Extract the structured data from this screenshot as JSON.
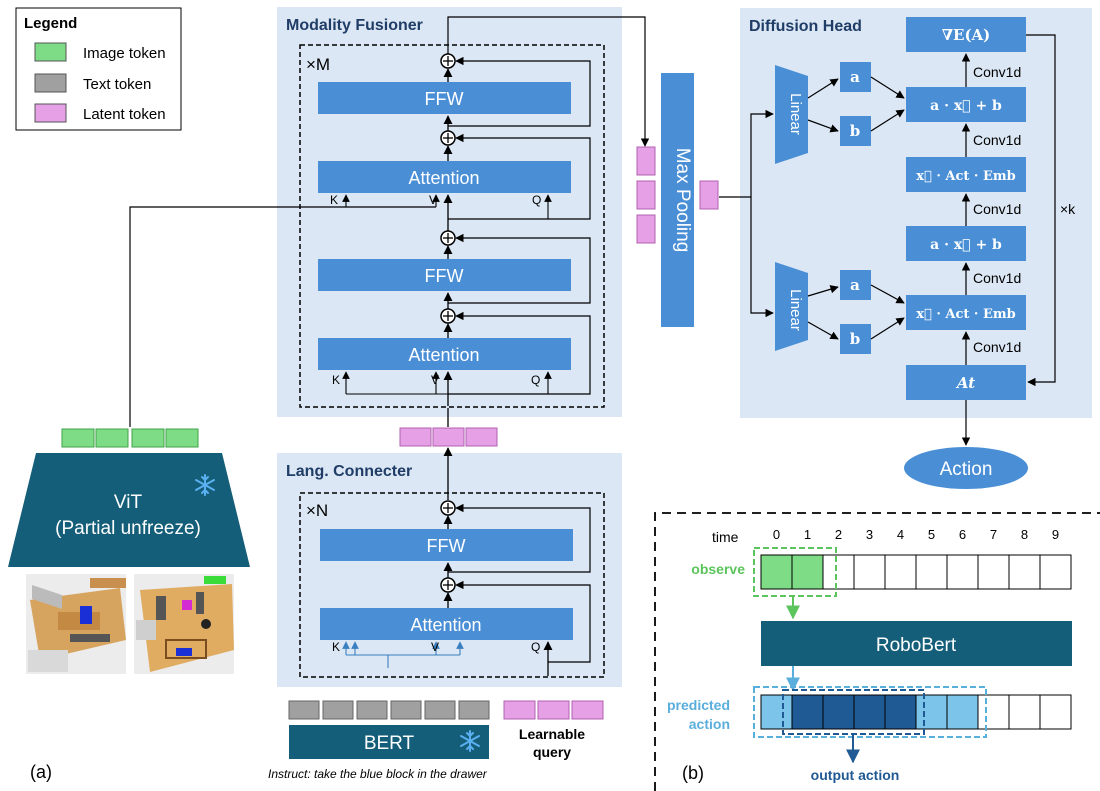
{
  "legend": {
    "title": "Legend",
    "items": [
      {
        "label": "Image token",
        "color": "#7fdc86"
      },
      {
        "label": "Text token",
        "color": "#a0a0a0"
      },
      {
        "label": "Latent token",
        "color": "#e6a0e6"
      }
    ]
  },
  "colors": {
    "panel": "#dbe7f4",
    "block": "#4a8fd6",
    "dark_block": "#155e7a",
    "image_token": "#7fdc86",
    "text_token": "#a0a0a0",
    "latent_token": "#e6a0e6",
    "observe": "#5cc45c",
    "predicted": "#5aaedc",
    "output": "#1f5a94"
  },
  "vit": {
    "title": "ViT",
    "subtitle": "(Partial unfreeze)",
    "snowflake_icon": "snowflake-icon"
  },
  "modality_fusioner": {
    "title": "Modality Fusioner",
    "repeat": "×M",
    "ffw": "FFW",
    "attention": "Attention",
    "k": "K",
    "v": "V",
    "q": "Q"
  },
  "lang_connecter": {
    "title": "Lang. Connecter",
    "repeat": "×N",
    "ffw": "FFW",
    "attention": "Attention",
    "k": "K",
    "v": "V",
    "q": "Q"
  },
  "bert": {
    "label": "BERT",
    "learnable_query": [
      "Learnable",
      "query"
    ],
    "instruction": "Instruct: take the blue block in the drawer"
  },
  "max_pooling": "Max Pooling",
  "diffusion_head": {
    "title": "Diffusion Head",
    "linear": "Linear",
    "a": "a",
    "b": "b",
    "grad_e": "∇E(A)",
    "affine": "a · x⃗ + b",
    "act_emb": "x⃗ · Act · Emb",
    "at": "At",
    "conv": "Conv1d",
    "repeat": "×k",
    "action": "Action"
  },
  "timeline": {
    "time_label": "time",
    "ticks": [
      "0",
      "1",
      "2",
      "3",
      "4",
      "5",
      "6",
      "7",
      "8",
      "9"
    ],
    "observe": "observe",
    "robobert": "RoboBert",
    "predicted": [
      "predicted",
      "action"
    ],
    "output": "output action"
  },
  "panel_labels": {
    "a": "(a)",
    "b": "(b)"
  }
}
